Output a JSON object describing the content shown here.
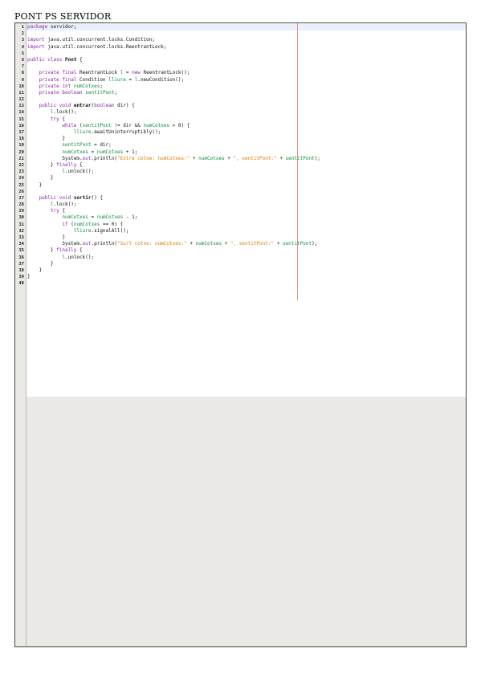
{
  "page": {
    "title": "PONT PS SERVIDOR"
  },
  "colors": {
    "keyword": "#8b1ea8",
    "field": "#0b8d3d",
    "string": "#e07a00",
    "margin_line": "#e88f8f",
    "current_line": "#e8f2fe",
    "editor_background": "#ebe9e6"
  },
  "editor": {
    "lines": [
      {
        "n": "1",
        "segs": [
          {
            "t": "package",
            "c": "k"
          },
          {
            "t": " servidor;"
          }
        ]
      },
      {
        "n": "2",
        "segs": []
      },
      {
        "n": "3",
        "segs": [
          {
            "t": "import",
            "c": "k"
          },
          {
            "t": " java.util.concurrent.locks.Condition;"
          }
        ]
      },
      {
        "n": "4",
        "segs": [
          {
            "t": "import",
            "c": "k"
          },
          {
            "t": " java.util.concurrent.locks.ReentrantLock;"
          }
        ]
      },
      {
        "n": "5",
        "segs": []
      },
      {
        "n": "6",
        "segs": [
          {
            "t": "public class",
            "c": "k"
          },
          {
            "t": " "
          },
          {
            "t": "Pont",
            "c": "b"
          },
          {
            "t": " {"
          }
        ]
      },
      {
        "n": "7",
        "segs": []
      },
      {
        "n": "8",
        "segs": [
          {
            "t": "    "
          },
          {
            "t": "private final",
            "c": "k"
          },
          {
            "t": " ReentrantLock "
          },
          {
            "t": "l",
            "c": "f"
          },
          {
            "t": " = "
          },
          {
            "t": "new",
            "c": "k"
          },
          {
            "t": " ReentrantLock();"
          }
        ]
      },
      {
        "n": "9",
        "segs": [
          {
            "t": "    "
          },
          {
            "t": "private final",
            "c": "k"
          },
          {
            "t": " Condition "
          },
          {
            "t": "lliure",
            "c": "f"
          },
          {
            "t": " = "
          },
          {
            "t": "l",
            "c": "f"
          },
          {
            "t": ".newCondition();"
          }
        ]
      },
      {
        "n": "10",
        "segs": [
          {
            "t": "    "
          },
          {
            "t": "private int",
            "c": "k"
          },
          {
            "t": " "
          },
          {
            "t": "numCotxes",
            "c": "f"
          },
          {
            "t": ";"
          }
        ]
      },
      {
        "n": "11",
        "segs": [
          {
            "t": "    "
          },
          {
            "t": "private boolean",
            "c": "k"
          },
          {
            "t": " "
          },
          {
            "t": "sentitPont",
            "c": "f"
          },
          {
            "t": ";"
          }
        ]
      },
      {
        "n": "12",
        "segs": []
      },
      {
        "n": "13",
        "segs": [
          {
            "t": "    "
          },
          {
            "t": "public void",
            "c": "k"
          },
          {
            "t": " "
          },
          {
            "t": "entrar",
            "c": "b"
          },
          {
            "t": "("
          },
          {
            "t": "boolean",
            "c": "k"
          },
          {
            "t": " dir) {"
          }
        ]
      },
      {
        "n": "14",
        "segs": [
          {
            "t": "        "
          },
          {
            "t": "l",
            "c": "f"
          },
          {
            "t": ".lock();"
          }
        ]
      },
      {
        "n": "15",
        "segs": [
          {
            "t": "        "
          },
          {
            "t": "try",
            "c": "k"
          },
          {
            "t": " {"
          }
        ]
      },
      {
        "n": "16",
        "segs": [
          {
            "t": "            "
          },
          {
            "t": "while",
            "c": "k"
          },
          {
            "t": " ("
          },
          {
            "t": "sentitPont",
            "c": "f"
          },
          {
            "t": " != dir && "
          },
          {
            "t": "numCotxes",
            "c": "f"
          },
          {
            "t": " > 0) {"
          }
        ]
      },
      {
        "n": "17",
        "segs": [
          {
            "t": "                "
          },
          {
            "t": "lliure",
            "c": "f"
          },
          {
            "t": ".awaitUninterruptibly();"
          }
        ]
      },
      {
        "n": "18",
        "segs": [
          {
            "t": "            }"
          }
        ]
      },
      {
        "n": "19",
        "segs": [
          {
            "t": "            "
          },
          {
            "t": "sentitPont",
            "c": "f"
          },
          {
            "t": " = dir;"
          }
        ]
      },
      {
        "n": "20",
        "segs": [
          {
            "t": "            "
          },
          {
            "t": "numCotxes",
            "c": "f"
          },
          {
            "t": " = "
          },
          {
            "t": "numCotxes",
            "c": "f"
          },
          {
            "t": " + 1;"
          }
        ]
      },
      {
        "n": "21",
        "segs": [
          {
            "t": "            System."
          },
          {
            "t": "out",
            "c": "o"
          },
          {
            "t": ".println("
          },
          {
            "t": "\"Entra cotxe: numCotxes:\"",
            "c": "s"
          },
          {
            "t": " + "
          },
          {
            "t": "numCotxes",
            "c": "f"
          },
          {
            "t": " + "
          },
          {
            "t": "\", sentitPont:\"",
            "c": "s"
          },
          {
            "t": " + "
          },
          {
            "t": "sentitPont",
            "c": "f"
          },
          {
            "t": ");"
          }
        ]
      },
      {
        "n": "22",
        "segs": [
          {
            "t": "        } "
          },
          {
            "t": "finally",
            "c": "k"
          },
          {
            "t": " {"
          }
        ]
      },
      {
        "n": "23",
        "segs": [
          {
            "t": "            "
          },
          {
            "t": "l",
            "c": "f"
          },
          {
            "t": ".unlock();"
          }
        ]
      },
      {
        "n": "24",
        "segs": [
          {
            "t": "        }"
          }
        ]
      },
      {
        "n": "25",
        "segs": [
          {
            "t": "    }"
          }
        ]
      },
      {
        "n": "26",
        "segs": []
      },
      {
        "n": "27",
        "segs": [
          {
            "t": "    "
          },
          {
            "t": "public void",
            "c": "k"
          },
          {
            "t": " "
          },
          {
            "t": "sortir",
            "c": "b"
          },
          {
            "t": "() {"
          }
        ]
      },
      {
        "n": "28",
        "segs": [
          {
            "t": "        "
          },
          {
            "t": "l",
            "c": "f"
          },
          {
            "t": ".lock();"
          }
        ]
      },
      {
        "n": "29",
        "segs": [
          {
            "t": "        "
          },
          {
            "t": "try",
            "c": "k"
          },
          {
            "t": " {"
          }
        ]
      },
      {
        "n": "30",
        "segs": [
          {
            "t": "            "
          },
          {
            "t": "numCotxes",
            "c": "f"
          },
          {
            "t": " = "
          },
          {
            "t": "numCotxes",
            "c": "f"
          },
          {
            "t": " - 1;"
          }
        ]
      },
      {
        "n": "31",
        "segs": [
          {
            "t": "            "
          },
          {
            "t": "if",
            "c": "k"
          },
          {
            "t": " ("
          },
          {
            "t": "numCotxes",
            "c": "f"
          },
          {
            "t": " == 0) {"
          }
        ]
      },
      {
        "n": "32",
        "segs": [
          {
            "t": "                "
          },
          {
            "t": "lliure",
            "c": "f"
          },
          {
            "t": ".signalAll();"
          }
        ]
      },
      {
        "n": "33",
        "segs": [
          {
            "t": "            }"
          }
        ]
      },
      {
        "n": "34",
        "segs": [
          {
            "t": "            System."
          },
          {
            "t": "out",
            "c": "o"
          },
          {
            "t": ".println("
          },
          {
            "t": "\"Surt cotxe: numCotxes:\"",
            "c": "s"
          },
          {
            "t": " + "
          },
          {
            "t": "numCotxes",
            "c": "f"
          },
          {
            "t": " + "
          },
          {
            "t": "\", sentitPont:\"",
            "c": "s"
          },
          {
            "t": " + "
          },
          {
            "t": "sentitPont",
            "c": "f"
          },
          {
            "t": ");"
          }
        ]
      },
      {
        "n": "35",
        "segs": [
          {
            "t": "        } "
          },
          {
            "t": "finally",
            "c": "k"
          },
          {
            "t": " {"
          }
        ]
      },
      {
        "n": "36",
        "segs": [
          {
            "t": "            "
          },
          {
            "t": "l",
            "c": "f"
          },
          {
            "t": ".unlock();"
          }
        ]
      },
      {
        "n": "37",
        "segs": [
          {
            "t": "        }"
          }
        ]
      },
      {
        "n": "38",
        "segs": [
          {
            "t": "    }"
          }
        ]
      },
      {
        "n": "39",
        "segs": [
          {
            "t": "}"
          }
        ]
      },
      {
        "n": "40",
        "segs": []
      }
    ]
  }
}
